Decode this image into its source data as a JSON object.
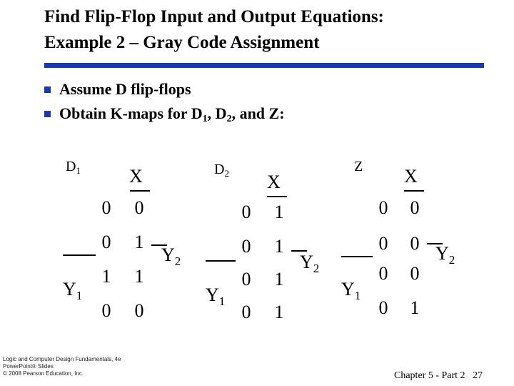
{
  "title": {
    "line1": "Find Flip-Flop Input and Output Equations:",
    "line2": "Example 2 – Gray Code Assignment"
  },
  "bullets": [
    {
      "text": "Assume D flip-flops"
    },
    {
      "pre": "Obtain K-maps for D",
      "s1": "1",
      "mid": ", D",
      "s2": "2",
      "post": ", and Z:"
    }
  ],
  "kmaps": [
    {
      "name": "D",
      "name_sub": "1",
      "xlabel": "X",
      "ylabel": "Y",
      "ylabel_sub": "1",
      "y2label": "Y",
      "y2label_sub": "2",
      "cells": [
        [
          "0",
          "0"
        ],
        [
          "0",
          "1"
        ],
        [
          "1",
          "1"
        ],
        [
          "0",
          "0"
        ]
      ]
    },
    {
      "name": "D",
      "name_sub": "2",
      "xlabel": "X",
      "ylabel": "Y",
      "ylabel_sub": "1",
      "y2label": "Y",
      "y2label_sub": "2",
      "cells": [
        [
          "0",
          "1"
        ],
        [
          "0",
          "1"
        ],
        [
          "0",
          "1"
        ],
        [
          "0",
          "1"
        ]
      ]
    },
    {
      "name": "Z",
      "name_sub": "",
      "xlabel": "X",
      "ylabel": "Y",
      "ylabel_sub": "1",
      "y2label": "Y",
      "y2label_sub": "2",
      "cells": [
        [
          "0",
          "0"
        ],
        [
          "0",
          "0"
        ],
        [
          "0",
          "0"
        ],
        [
          "0",
          "1"
        ]
      ]
    }
  ],
  "footer": {
    "logo_line1": "Logic and Computer Design Fundamentals, 4e",
    "logo_line2": "PowerPoint® Slides",
    "logo_line3": "© 2008 Pearson Education, Inc.",
    "chapter": "Chapter 5 - Part 2",
    "page": "27"
  },
  "colors": {
    "accent": "#1c39a8",
    "text": "#000000",
    "background": "#ffffff"
  }
}
